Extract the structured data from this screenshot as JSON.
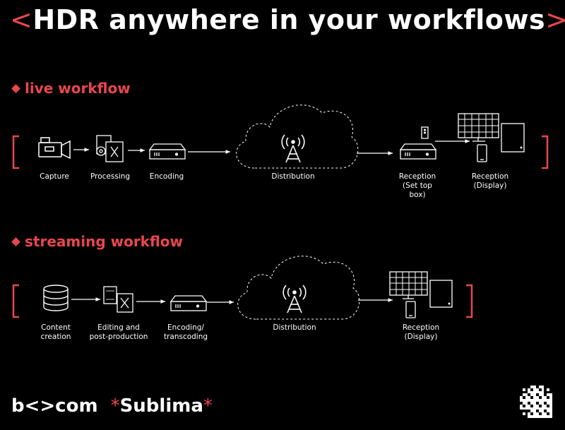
{
  "header": {
    "open_bracket": "<",
    "title": "HDR anywhere in your workflows",
    "close_bracket": ">"
  },
  "live": {
    "title": "live workflow",
    "steps": [
      {
        "label": "Capture",
        "icon": "camera-icon"
      },
      {
        "label": "Processing",
        "icon": "processing-icon"
      },
      {
        "label": "Encoding",
        "icon": "encoder-icon"
      },
      {
        "label": "Distribution",
        "icon": "antenna-icon"
      },
      {
        "label": "Reception\n(Set top\nbox)",
        "icon": "set-top-box-icon"
      },
      {
        "label": "Reception\n(Display)",
        "icon": "displays-icon"
      }
    ]
  },
  "streaming": {
    "title": "streaming workflow",
    "steps": [
      {
        "label": "Content\ncreation",
        "icon": "database-icon"
      },
      {
        "label": "Editing and\npost-production",
        "icon": "editing-icon"
      },
      {
        "label": "Encoding/\ntranscoding",
        "icon": "encoder-icon"
      },
      {
        "label": "Distribution",
        "icon": "antenna-icon"
      },
      {
        "label": "Reception\n(Display)",
        "icon": "displays-icon"
      }
    ]
  },
  "footer": {
    "brand": "b<>com",
    "product_star_open": "*",
    "product": "Sublima",
    "product_star_close": "*"
  },
  "colors": {
    "accent": "#e8474c",
    "background": "#000000",
    "foreground": "#ffffff"
  }
}
